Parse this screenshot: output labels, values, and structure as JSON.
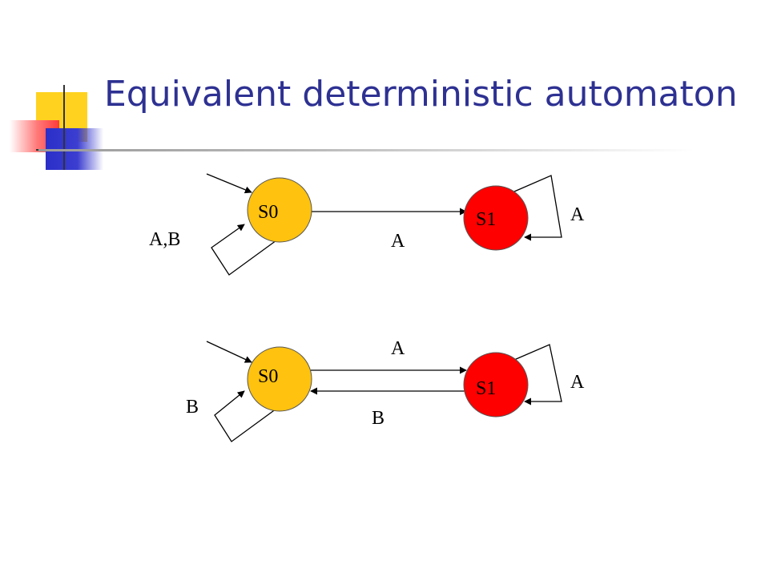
{
  "slide": {
    "title": "Equivalent deterministic automaton"
  },
  "colors": {
    "title": "#2e3192",
    "state_s0": "#ffc20e",
    "state_s1": "#ff0000",
    "deco_yellow": "#ffd21f",
    "deco_red": "#ff3a3a",
    "deco_blue": "#2b2ec8"
  },
  "diagram1": {
    "state_s0": "S0",
    "state_s1": "S1",
    "self_loop_s0_label": "A,B",
    "edge_s0_s1_label": "A",
    "self_loop_s1_label": "A"
  },
  "diagram2": {
    "state_s0": "S0",
    "state_s1": "S1",
    "self_loop_s0_label": "B",
    "edge_s0_s1_label": "A",
    "edge_s1_s0_label": "B",
    "self_loop_s1_label": "A"
  }
}
